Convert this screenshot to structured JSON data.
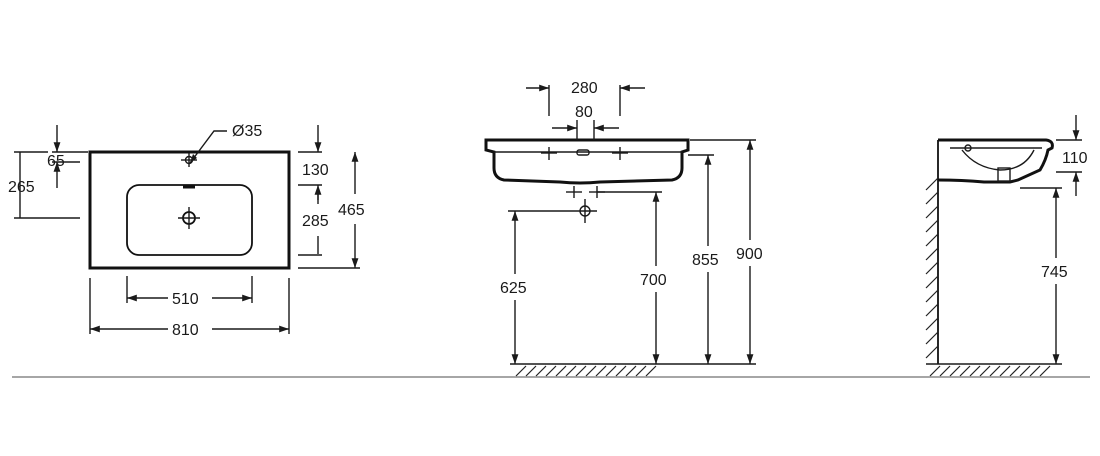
{
  "dimensions": {
    "hole_diameter": "Ø35",
    "tap_offset": "65",
    "drain_offset_top": "265",
    "front_margin": "130",
    "bowl_depth_plan": "285",
    "overall_depth": "465",
    "bowl_width": "510",
    "overall_width": "810",
    "hole_spacing_outer": "280",
    "hole_spacing_inner": "80",
    "siphon_height": "625",
    "drain_height": "700",
    "bowl_bottom_height": "855",
    "rim_height": "900",
    "rim_thickness": "110",
    "side_bottom_height": "745"
  },
  "colors": {
    "line": "#1a1a1a",
    "floor": "#888888"
  }
}
